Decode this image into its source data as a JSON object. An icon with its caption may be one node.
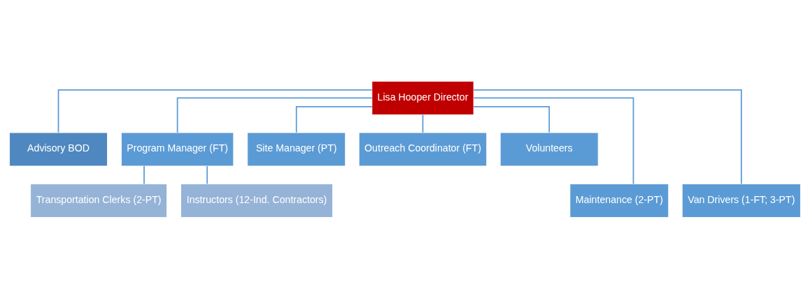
{
  "diagram": {
    "nodes": [
      {
        "text": [
          "Lisa Hooper Director"
        ]
      },
      {
        "text": [
          "Advisory BOD"
        ]
      },
      {
        "text": [
          "Program Manager (FT)"
        ]
      },
      {
        "text": [
          "Site Manager (PT)"
        ]
      },
      {
        "text": [
          "Outreach Coordinator (FT)"
        ]
      },
      {
        "text": [
          "Volunteers"
        ]
      },
      {
        "text": [
          "Transportation Clerks (2-PT)"
        ]
      },
      {
        "text": [
          "Instructors (12-Ind. Contractors)"
        ]
      },
      {
        "text": [
          "Maintenance (2-PT)"
        ]
      },
      {
        "text": [
          "Van Drivers (1-FT; 3-PT)"
        ]
      }
    ],
    "edges": [
      {
        "from": 0,
        "to": 1,
        "arrow": "none"
      },
      {
        "from": 0,
        "to": 2,
        "arrow": "none"
      },
      {
        "from": 0,
        "to": 3,
        "arrow": "none"
      },
      {
        "from": 0,
        "to": 4,
        "arrow": "none"
      },
      {
        "from": 0,
        "to": 5,
        "arrow": "none"
      },
      {
        "from": 2,
        "to": 6,
        "arrow": "none"
      },
      {
        "from": 2,
        "to": 7,
        "arrow": "none"
      },
      {
        "from": 0,
        "to": 8,
        "arrow": "none"
      },
      {
        "from": 0,
        "to": 9,
        "arrow": "none"
      }
    ]
  }
}
